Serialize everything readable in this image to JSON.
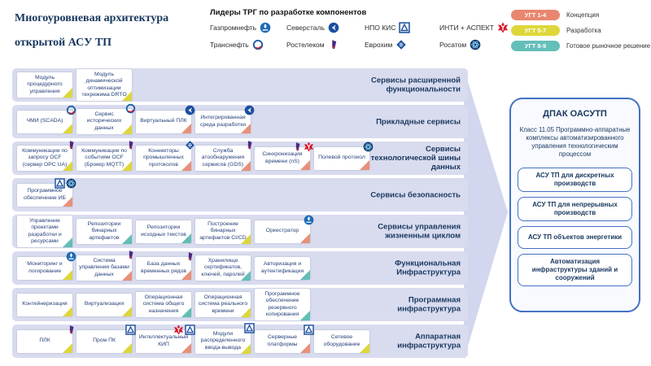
{
  "title": {
    "line1": "Многоуровневая архитектура",
    "line2": "открытой АСУ ТП"
  },
  "leaders": {
    "title": "Лидеры ТРГ по разработке компонентов",
    "companies": [
      {
        "name": "Газпромнефть",
        "icon": "gazpromneft-logo"
      },
      {
        "name": "Северсталь",
        "icon": "severstal-logo"
      },
      {
        "name": "НПО КИС",
        "icon": "npo-kis-logo"
      },
      {
        "name": "ИНТИ + АСПЕКТ",
        "icon": "inti-aspekt-logo"
      },
      {
        "name": "Транснефть",
        "icon": "transneft-logo"
      },
      {
        "name": "Ростелеком",
        "icon": "rostelecom-logo"
      },
      {
        "name": "Еврохим",
        "icon": "eurochem-logo"
      },
      {
        "name": "Росатом",
        "icon": "rosatom-logo"
      }
    ]
  },
  "ugt_legend": [
    {
      "badge": "УГТ 1-4",
      "label": "Концепция",
      "color": "#e8876f",
      "key": "concept"
    },
    {
      "badge": "УГТ 5-7",
      "label": "Разработка",
      "color": "#ded73b",
      "key": "development"
    },
    {
      "badge": "УГТ 8-9",
      "label": "Готовое рыночное решение",
      "color": "#64bfb9",
      "key": "market"
    }
  ],
  "status_colors": {
    "concept": "#e8907a",
    "development": "#ddd63c",
    "market": "#62bdb5"
  },
  "rows": [
    {
      "key": "extended-services",
      "label": "Сервисы расширенной функциональности",
      "items": [
        {
          "text": "Модуль процедурного управления",
          "status": "development",
          "icons": []
        },
        {
          "text": "Модуль динамической оптимизации техрежима DRTO",
          "status": "development",
          "icons": []
        }
      ]
    },
    {
      "key": "application-services",
      "label": "Прикладные сервисы",
      "items": [
        {
          "text": "ЧМИ (SCADA)",
          "status": "development",
          "icons": [
            "transneft-logo"
          ]
        },
        {
          "text": "Сервис исторических данных",
          "status": "development",
          "icons": [
            "transneft-logo"
          ]
        },
        {
          "text": "Виртуальный ПЛК",
          "status": "concept",
          "icons": [
            "severstal-logo"
          ]
        },
        {
          "text": "Интегрированная среда разработки",
          "status": "concept",
          "icons": [
            "severstal-logo"
          ]
        }
      ]
    },
    {
      "key": "data-bus-services",
      "label": "Сервисы технологической шины данных",
      "items": [
        {
          "text": "Коммуникации по запросу OCF (сервер OPC UA)",
          "status": "development",
          "icons": [
            "rostelecom-logo"
          ]
        },
        {
          "text": "Коммуникации по событиям OCF (Брокер MQTT)",
          "status": "development",
          "icons": [
            "rostelecom-logo"
          ]
        },
        {
          "text": "Коннекторы промышленных протоколов",
          "status": "concept",
          "icons": [
            "eurochem-logo"
          ]
        },
        {
          "text": "Служба атообнаружения сервисов (GDS)",
          "status": "concept",
          "icons": [
            "rostelecom-logo"
          ]
        },
        {
          "text": "Синхронизация времени (nS)",
          "status": "concept",
          "icons": [
            "rostelecom-logo",
            "inti-aspekt-logo"
          ]
        },
        {
          "text": "Полевой протокол",
          "status": "concept",
          "icons": [
            "rosatom-logo"
          ]
        }
      ]
    },
    {
      "key": "security-services",
      "label": "Сервисы безопасность",
      "items": [
        {
          "text": "Программное обеспечение ИБ",
          "status": "concept",
          "icons": [
            "npo-kis-logo",
            "rosatom-logo"
          ]
        }
      ]
    },
    {
      "key": "lifecycle-services",
      "label": "Сервисы управления жизненным циклом",
      "items": [
        {
          "text": "Управление проектами разработки и ресурсами",
          "status": "market",
          "icons": []
        },
        {
          "text": "Репозитории бинарных артефактов",
          "status": "market",
          "icons": []
        },
        {
          "text": "Репозитории исходных текстов",
          "status": "market",
          "icons": []
        },
        {
          "text": "Построение бинарных артефактов CI/CD",
          "status": "development",
          "icons": []
        },
        {
          "text": "Оркестратор",
          "status": "concept",
          "icons": [
            "gazpromneft-logo"
          ]
        }
      ]
    },
    {
      "key": "functional-infrastructure",
      "label": "Функциональная Инфраструктура",
      "items": [
        {
          "text": "Мониторинг и логирование",
          "status": "development",
          "icons": [
            "gazpromneft-logo"
          ]
        },
        {
          "text": "Система управления базами данных",
          "status": "concept",
          "icons": [
            "rostelecom-logo"
          ]
        },
        {
          "text": "База данных временных рядов",
          "status": "concept",
          "icons": [
            "rostelecom-logo"
          ]
        },
        {
          "text": "Хранилище сертификатов, ключей, паролей",
          "status": "market",
          "icons": []
        },
        {
          "text": "Авторизация и аутентификация",
          "status": "market",
          "icons": []
        }
      ]
    },
    {
      "key": "software-infrastructure",
      "label": "Программная инфраструктура",
      "items": [
        {
          "text": "Контейнеризация",
          "status": "development",
          "icons": []
        },
        {
          "text": "Виртуализация",
          "status": "development",
          "icons": []
        },
        {
          "text": "Операционная система общего назначения",
          "status": "market",
          "icons": []
        },
        {
          "text": "Операционная система реального времени",
          "status": "development",
          "icons": []
        },
        {
          "text": "Программное обеспечение резервного копирования",
          "status": "market",
          "icons": []
        }
      ]
    },
    {
      "key": "hardware-infrastructure",
      "label": "Аппаратная инфраструктура",
      "items": [
        {
          "text": "ПЛК",
          "status": "development",
          "icons": [
            "rostelecom-logo"
          ]
        },
        {
          "text": "Пром ПК",
          "status": "development",
          "icons": [
            "npo-kis-logo"
          ]
        },
        {
          "text": "Интеллектуальный КИП",
          "status": "concept",
          "icons": [
            "inti-aspekt-logo",
            "npo-kis-logo"
          ]
        },
        {
          "text": "Модули распределенного ввода-вывода",
          "status": "development",
          "icons": [
            "npo-kis-logo"
          ]
        },
        {
          "text": "Серверные платформы",
          "status": "concept",
          "icons": [
            "npo-kis-logo"
          ]
        },
        {
          "text": "Сетевое оборудование",
          "status": "development",
          "icons": []
        }
      ]
    }
  ],
  "panel": {
    "title": "ДПАК ОАСУТП",
    "description": "Класс 11.05 Программно-аппаратные комплексы автоматизированного управления технологическим процессом",
    "products": [
      "АСУ ТП для дискретных производств",
      "АСУ ТП для непрерывных производств",
      "АСУ ТП объектов энергетики",
      "Автоматизация инфраструктуры зданий и сооружений"
    ]
  },
  "colors": {
    "band": "#d9dcef",
    "arrow": "#d2d6ee",
    "heading": "#17365d",
    "panel_border": "#4472c4"
  }
}
